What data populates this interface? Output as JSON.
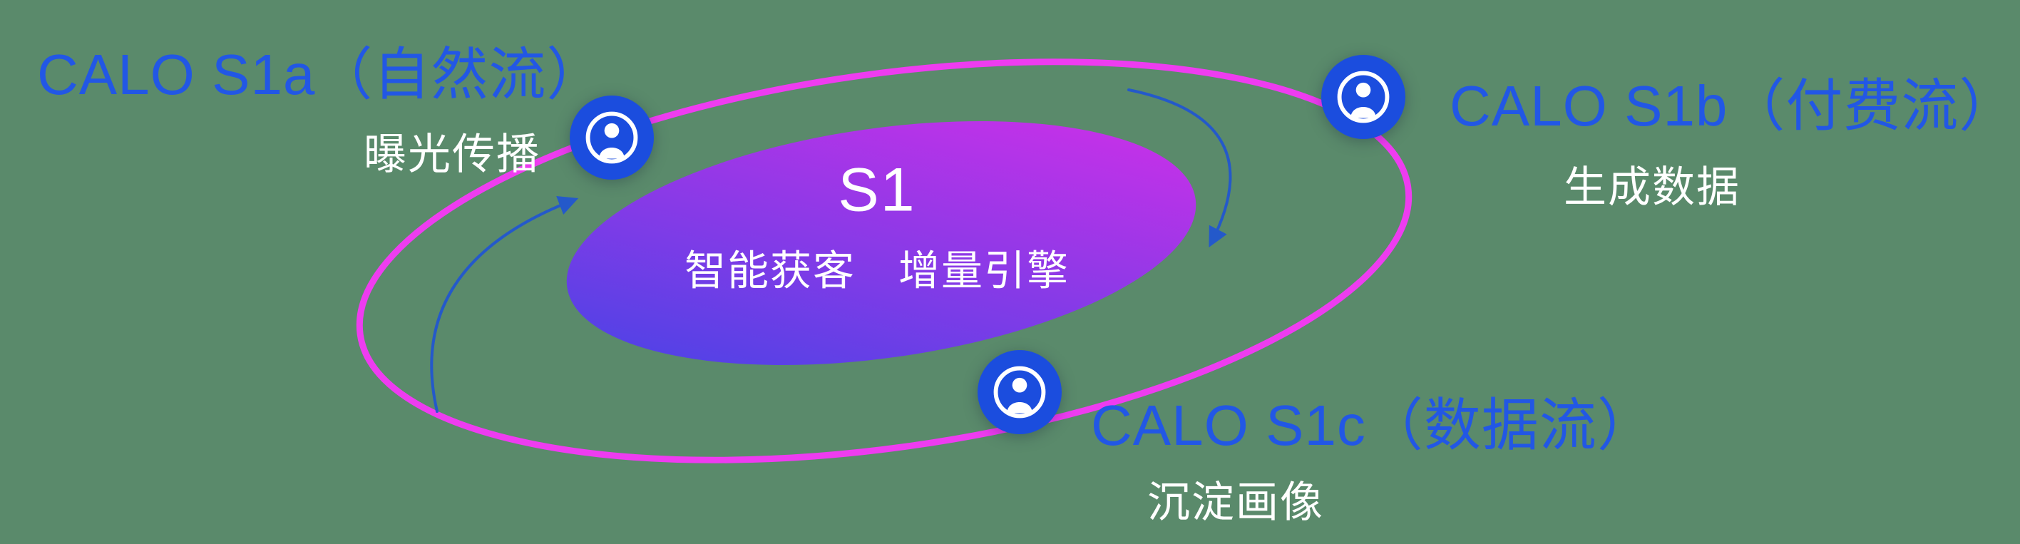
{
  "colors": {
    "background": "#5a8a6b",
    "label_blue": "#2257e5",
    "node_fill": "#1b4dde",
    "orbit_ring": "#ee3cf0",
    "gradient_start": "#4344e6",
    "gradient_end": "#d42fe8",
    "arrow": "#2257d0",
    "text_white": "#ffffff"
  },
  "center": {
    "title": "S1",
    "subtitle": "智能获客　增量引擎"
  },
  "nodes": [
    {
      "id": "s1a",
      "label": "CALO S1a（自然流）",
      "caption": "曝光传播",
      "icon": "user-icon"
    },
    {
      "id": "s1b",
      "label": "CALO S1b（付费流）",
      "caption": "生成数据",
      "icon": "user-icon"
    },
    {
      "id": "s1c",
      "label": "CALO S1c（数据流）",
      "caption": "沉淀画像",
      "icon": "user-icon"
    }
  ]
}
